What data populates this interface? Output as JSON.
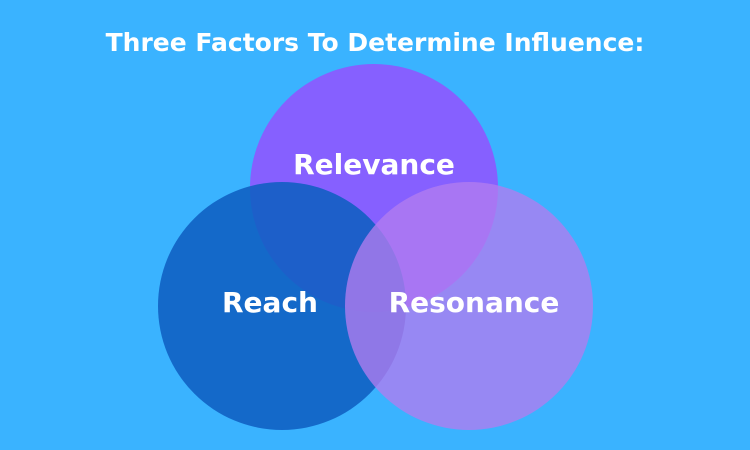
{
  "title": "Three Factors To Determine Influence:",
  "factors": [
    {
      "label": "Relevance",
      "color": "#8a5cff"
    },
    {
      "label": "Reach",
      "color": "#0f5fc2"
    },
    {
      "label": "Resonance",
      "color": "#b27cf0"
    }
  ],
  "colors": {
    "background": "#3ab3ff",
    "text": "#ffffff"
  }
}
